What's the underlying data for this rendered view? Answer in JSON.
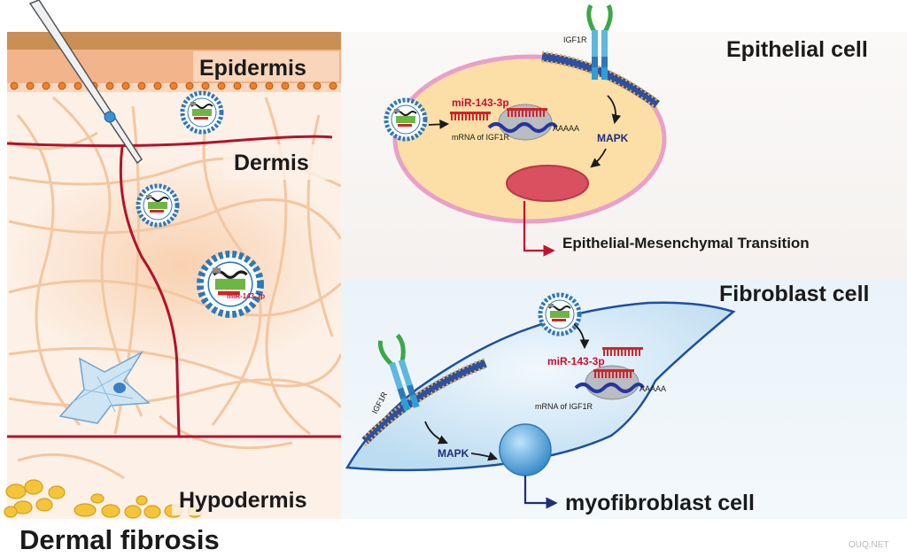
{
  "skin_panel": {
    "epidermis": "Epidermis",
    "dermis": "Dermis",
    "hypodermis": "Hypodermis",
    "caption": "Dermal fibrosis",
    "exosome_mirna_label": "miR-143-3p"
  },
  "epithelial_panel": {
    "title": "Epithelial cell",
    "receptor": "IGF1R",
    "mirna": "miR-143-3p",
    "mrna": "mRNA of IGF1R",
    "polya": "AAAAA",
    "kinase": "MAPK",
    "outcome": "Epithelial-Mesenchymal Transition"
  },
  "fibroblast_panel": {
    "title": "Fibroblast cell",
    "receptor": "IGF1R",
    "mirna": "miR-143-3p",
    "mrna": "mRNA of IGF1R",
    "polya": "AAAAA",
    "kinase": "MAPK",
    "outcome": "myofibroblast cell"
  },
  "watermark": "OUQ.NET",
  "colors": {
    "skin_top": "#c98f55",
    "epidermis": "#f2b48a",
    "dermis": "#fbe6d4",
    "vessel": "#b3122a",
    "membrane_blue": "#2f4fa0",
    "exosome_blue": "#2e78b8",
    "nucleus_red": "#d95060",
    "nucleus_blue": "#3f9bd6",
    "epithelial_fill": "#fbdfa6",
    "epithelial_border": "#e9a0c8",
    "fibroblast_fill": "#d6e9f6",
    "fibroblast_border": "#1e4fa0",
    "fat": "#f4c53a",
    "mirna_red": "#d2232a",
    "igf1r_green": "#3aa845"
  }
}
